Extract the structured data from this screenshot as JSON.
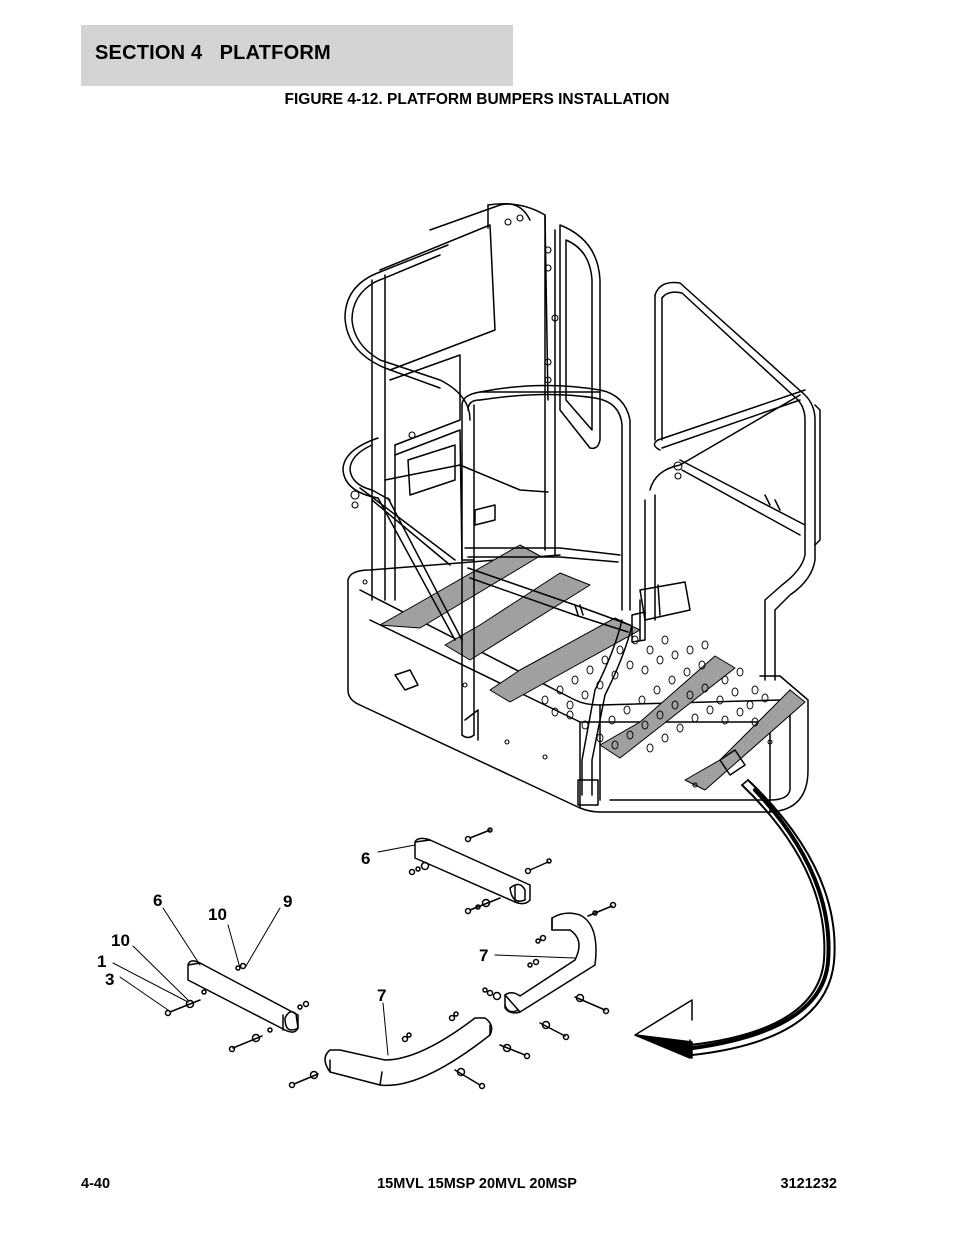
{
  "header": {
    "section_title": "SECTION 4   PLATFORM"
  },
  "figure": {
    "caption": "FIGURE 4-12. PLATFORM BUMPERS INSTALLATION",
    "callouts": [
      "6",
      "6",
      "10",
      "9",
      "10",
      "1",
      "3",
      "7",
      "7"
    ]
  },
  "footer": {
    "page_number": "4-40",
    "models": "15MVL 15MSP 20MVL 20MSP",
    "doc_number": "3121232"
  },
  "colors": {
    "header_band": "#d4d4d4",
    "tread": "#a0a0a0",
    "ink": "#000000"
  }
}
